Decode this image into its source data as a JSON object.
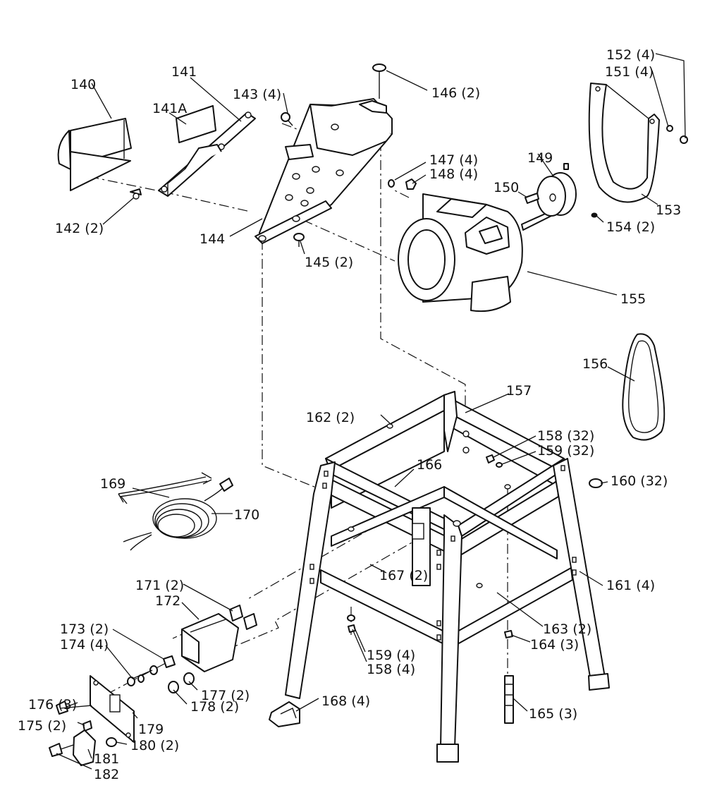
{
  "labels": [
    {
      "id": "140",
      "text": "140"
    },
    {
      "id": "141",
      "text": "141"
    },
    {
      "id": "141A",
      "text": "141A"
    },
    {
      "id": "142",
      "text": "142 (2)"
    },
    {
      "id": "143",
      "text": "143 (4)"
    },
    {
      "id": "144",
      "text": "144"
    },
    {
      "id": "145",
      "text": "145 (2)"
    },
    {
      "id": "146",
      "text": "146 (2)"
    },
    {
      "id": "147",
      "text": "147 (4)"
    },
    {
      "id": "148",
      "text": "148 (4)"
    },
    {
      "id": "149",
      "text": "149"
    },
    {
      "id": "150",
      "text": "150"
    },
    {
      "id": "151",
      "text": "151 (4)"
    },
    {
      "id": "152",
      "text": "152 (4)"
    },
    {
      "id": "153",
      "text": "153"
    },
    {
      "id": "154",
      "text": "154 (2)"
    },
    {
      "id": "155",
      "text": "155"
    },
    {
      "id": "156",
      "text": "156"
    },
    {
      "id": "157",
      "text": "157"
    },
    {
      "id": "158a",
      "text": "158 (32)"
    },
    {
      "id": "159a",
      "text": "159 (32)"
    },
    {
      "id": "160",
      "text": "160 (32)"
    },
    {
      "id": "161",
      "text": "161 (4)"
    },
    {
      "id": "162",
      "text": "162 (2)"
    },
    {
      "id": "163",
      "text": "163 (2)"
    },
    {
      "id": "164",
      "text": "164 (3)"
    },
    {
      "id": "165",
      "text": "165 (3)"
    },
    {
      "id": "166",
      "text": "166"
    },
    {
      "id": "167",
      "text": "167 (2)"
    },
    {
      "id": "168",
      "text": "168 (4)"
    },
    {
      "id": "159b",
      "text": "159 (4)"
    },
    {
      "id": "158b",
      "text": "158 (4)"
    },
    {
      "id": "169",
      "text": "169"
    },
    {
      "id": "170",
      "text": "170"
    },
    {
      "id": "171",
      "text": "171 (2)"
    },
    {
      "id": "172",
      "text": "172"
    },
    {
      "id": "173",
      "text": "173 (2)"
    },
    {
      "id": "174",
      "text": "174 (4)"
    },
    {
      "id": "175",
      "text": "175 (2)"
    },
    {
      "id": "176",
      "text": "176 (3)"
    },
    {
      "id": "177",
      "text": "177 (2)"
    },
    {
      "id": "178",
      "text": "178 (2)"
    },
    {
      "id": "179",
      "text": "179"
    },
    {
      "id": "180",
      "text": "180 (2)"
    },
    {
      "id": "181",
      "text": "181"
    },
    {
      "id": "182",
      "text": "182"
    }
  ]
}
